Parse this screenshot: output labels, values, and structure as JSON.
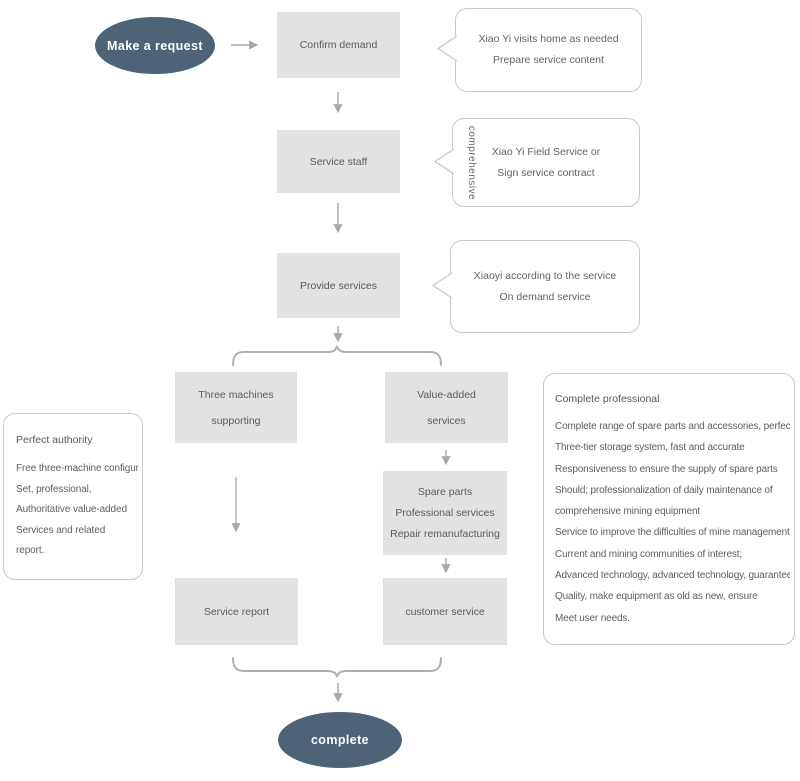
{
  "colors": {
    "terminal_node_fill": "#4d6377",
    "terminal_node_text": "#ffffff",
    "step_box_fill": "#e2e2e2",
    "step_box_text": "#5a5a5a",
    "panel_border": "#c9c9c9",
    "connector_gray": "#a8a8a8",
    "brace_gray": "#b0b0b0",
    "body_text": "#5f5f5f"
  },
  "start_node": {
    "label": "Make a request"
  },
  "end_node": {
    "label": "complete"
  },
  "steps": {
    "confirm_demand": {
      "label": "Confirm demand"
    },
    "service_staff": {
      "label": "Service staff"
    },
    "provide_services": {
      "label": "Provide services"
    },
    "three_machines": {
      "lines": [
        "Three machines",
        "supporting"
      ]
    },
    "value_added": {
      "lines": [
        "Value-added",
        "services"
      ]
    },
    "spare_parts": {
      "lines": [
        "Spare parts",
        "Professional services",
        "Repair remanufacturing"
      ]
    },
    "service_report": {
      "label": "Service report"
    },
    "customer_service": {
      "label": "customer service"
    }
  },
  "callouts": [
    {
      "lines": [
        "Xiao Yi visits home as needed",
        "Prepare service content"
      ]
    },
    {
      "side_label": "comprehensive",
      "lines": [
        "Xiao Yi Field Service or",
        "Sign service contract"
      ]
    },
    {
      "lines": [
        "Xiaoyi according to the service",
        "On demand service"
      ]
    }
  ],
  "notes": {
    "left": {
      "title": "Perfect authority",
      "lines": [
        "Free three-machine configuration",
        "Set, professional,",
        "Authoritative value-added",
        "Services and related",
        "report."
      ]
    },
    "right": {
      "title": "Complete professional",
      "lines": [
        "Complete range of spare parts and accessories, perfect",
        "Three-tier storage system, fast and accurate",
        "Responsiveness to ensure the supply of spare parts",
        "Should; professionalization of daily maintenance of",
        "comprehensive mining equipment",
        "Service to improve the difficulties of mine management",
        "Current and mining communities of interest;",
        "Advanced technology, advanced technology, guarantee",
        "Quality, make equipment as old as new, ensure",
        "Meet user needs."
      ]
    }
  }
}
